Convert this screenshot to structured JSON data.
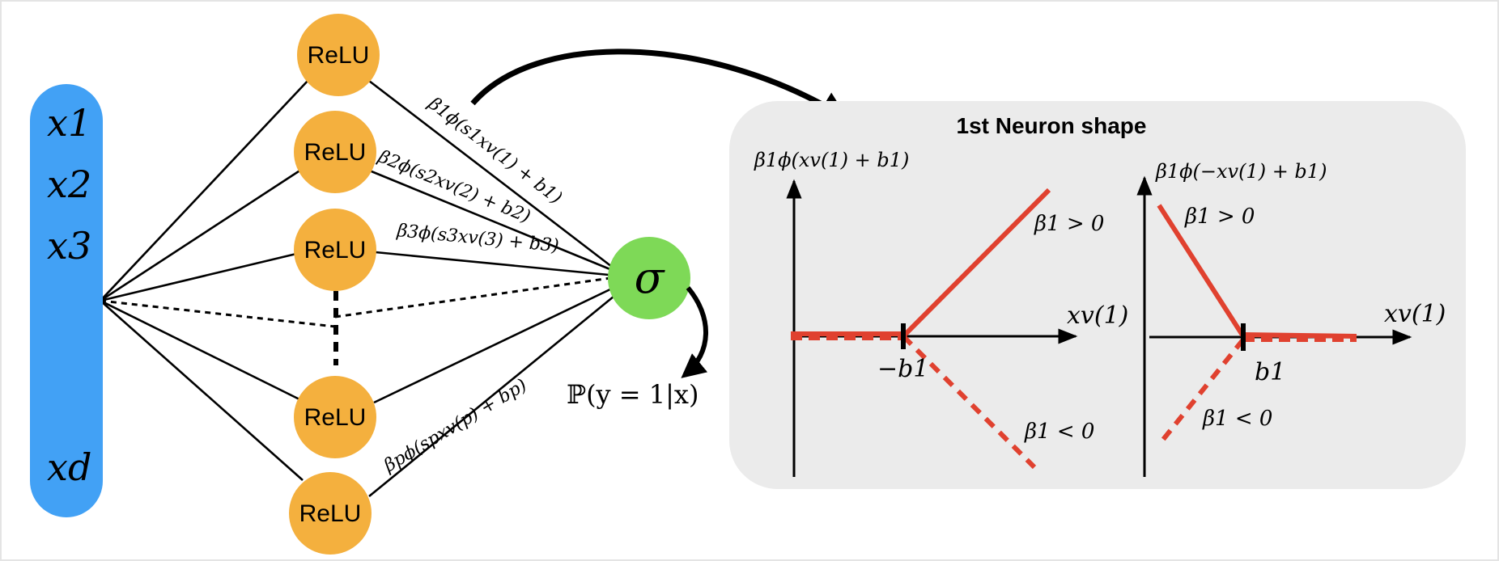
{
  "inputs": {
    "labels": [
      "x1",
      "x2",
      "x3",
      "xd"
    ],
    "color": "#42a1f5"
  },
  "hidden": {
    "node_label": "ReLU",
    "count_visible": 5,
    "color": "#f4b03e"
  },
  "output": {
    "symbol": "σ",
    "color": "#7ed957",
    "probability_label": "ℙ(y = 1|x)"
  },
  "edge_labels": [
    "β1ϕ(s1xv(1) + b1)",
    "β2ϕ(s2xv(2) + b2)",
    "β3ϕ(s3xv(3) + b3)",
    "βpϕ(spxv(p) + bp)"
  ],
  "panel": {
    "title": "1st Neuron shape",
    "background": "#ebebeb",
    "line_color": "#e0412f",
    "left_plot": {
      "ylabel": "β1ϕ(xv(1) + b1)",
      "xlabel": "xv(1)",
      "tick_label": "−b1",
      "pos_label": "β1 > 0",
      "neg_label": "β1 < 0"
    },
    "right_plot": {
      "ylabel": "β1ϕ(−xv(1) + b1)",
      "xlabel": "xv(1)",
      "tick_label": "b1",
      "pos_label": "β1 > 0",
      "neg_label": "β1 < 0"
    }
  }
}
